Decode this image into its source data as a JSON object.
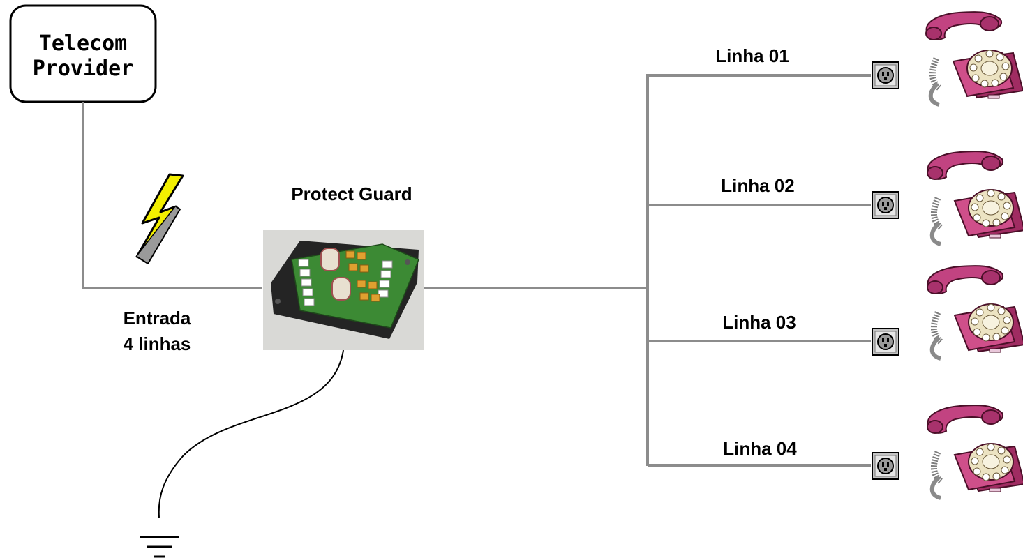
{
  "provider": {
    "line1": "Telecom",
    "line2": "Provider"
  },
  "device": {
    "label": "Protect Guard"
  },
  "input": {
    "line1": "Entrada",
    "line2": "4 linhas"
  },
  "lines": [
    {
      "label": "Linha 01"
    },
    {
      "label": "Linha 02"
    },
    {
      "label": "Linha 03"
    },
    {
      "label": "Linha 04"
    }
  ],
  "icons": {
    "lightning": "lightning-icon",
    "ground": "ground-icon",
    "socket": "phone-socket-icon",
    "phone": "rotary-telephone-icon"
  },
  "colors": {
    "wire": "#8c8c8c",
    "phone": "#c0407a",
    "board": "#3c8a34",
    "lightning": "#f3ef00"
  }
}
